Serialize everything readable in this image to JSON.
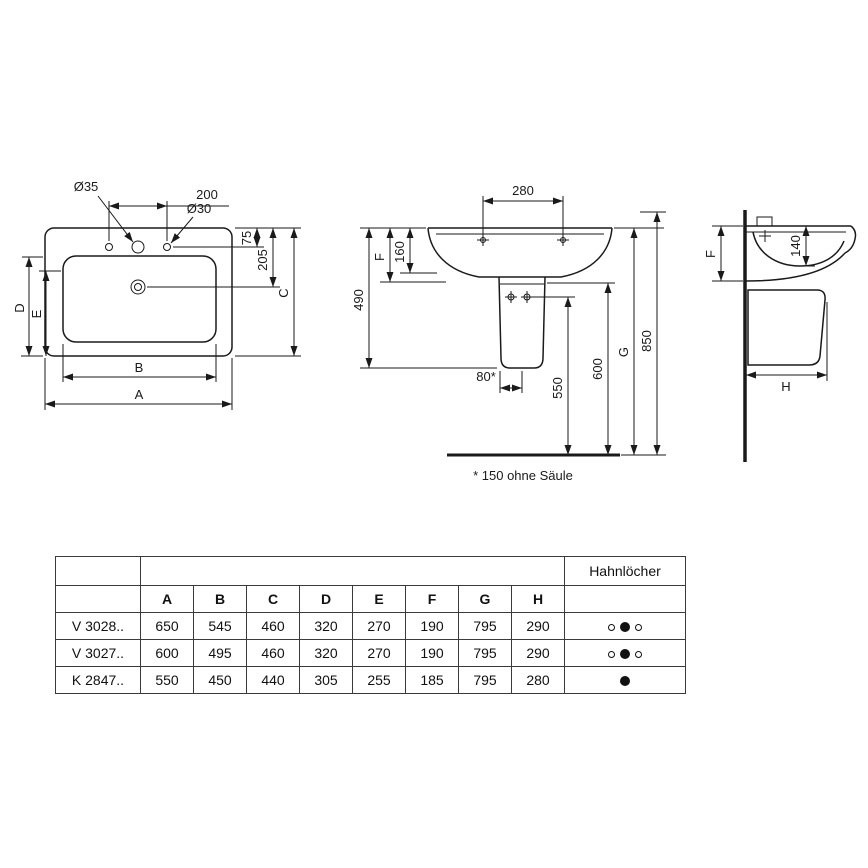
{
  "front_view": {
    "labels": {
      "dia35": "Ø35",
      "spacing200": "200",
      "dia30": "Ø30",
      "d75": "75",
      "d205": "205",
      "c": "C",
      "d": "D",
      "e": "E",
      "b": "B",
      "a": "A"
    }
  },
  "side_view": {
    "labels": {
      "d280": "280",
      "f": "F",
      "d160": "160",
      "d490": "490",
      "d80": "80*",
      "d550": "550",
      "d600": "600",
      "g": "G",
      "d850": "850"
    },
    "note": "* 150 ohne Säule"
  },
  "profile_view": {
    "labels": {
      "f": "F",
      "d140": "140",
      "h": "H"
    }
  },
  "table": {
    "corner_header": "",
    "holes_header": "Hahnlöcher",
    "letter_headers": [
      "A",
      "B",
      "C",
      "D",
      "E",
      "F",
      "G",
      "H"
    ],
    "rows": [
      {
        "model": "V 3028..",
        "values": [
          "650",
          "545",
          "460",
          "320",
          "270",
          "190",
          "795",
          "290"
        ],
        "holes": [
          "open",
          "filled",
          "open"
        ]
      },
      {
        "model": "V 3027..",
        "values": [
          "600",
          "495",
          "460",
          "320",
          "270",
          "190",
          "795",
          "290"
        ],
        "holes": [
          "open",
          "filled",
          "open"
        ]
      },
      {
        "model": "K 2847..",
        "values": [
          "550",
          "450",
          "440",
          "305",
          "255",
          "185",
          "795",
          "280"
        ],
        "holes": [
          "filled"
        ]
      }
    ]
  }
}
